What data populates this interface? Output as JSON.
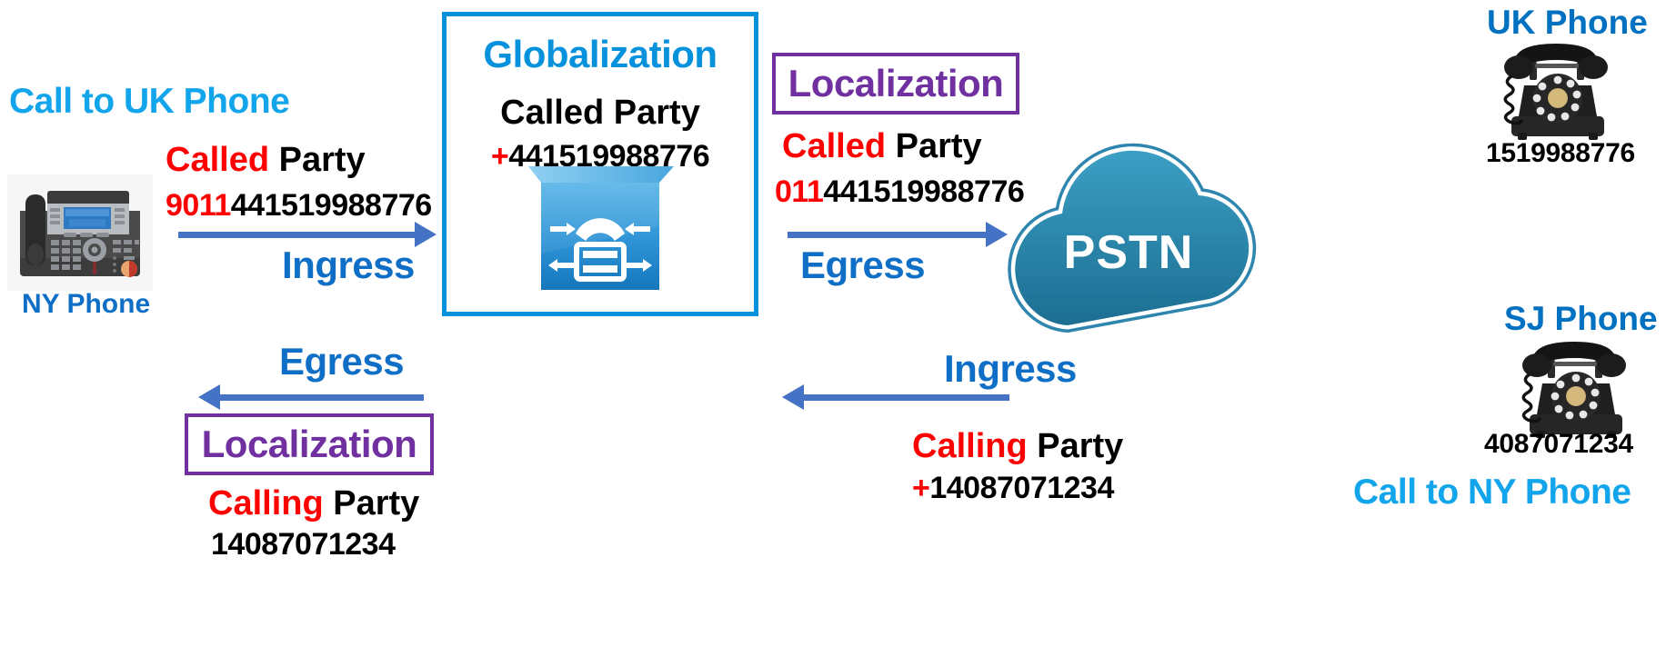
{
  "diagram": {
    "title_left": "Call to UK Phone",
    "title_right": "Call to NY Phone"
  },
  "left_phone": {
    "label": "NY Phone",
    "icon": "ip-desk-phone-icon"
  },
  "outbound": {
    "party_label_prefix": "Called",
    "party_label_suffix": " Party",
    "number_prefix": "9011",
    "number_rest": "441519988776",
    "flow_label": "Ingress"
  },
  "globalization": {
    "title": "Globalization",
    "party_label": "Called Party",
    "number_prefix": "+",
    "number_rest": "441519988776",
    "icon": "voice-gateway-icon",
    "border_color": "#0591DB"
  },
  "localization_top": {
    "title": "Localization",
    "party_label_prefix": "Called",
    "party_label_suffix": " Party",
    "number_prefix": "011",
    "number_rest": "441519988776",
    "flow_label": "Egress",
    "border_color": "#7030A0"
  },
  "pstn": {
    "label": "PSTN",
    "icon": "cloud-icon"
  },
  "uk_phone": {
    "label": "UK Phone",
    "number": "1519988776",
    "icon": "rotary-phone-icon"
  },
  "sj_phone": {
    "label": "SJ Phone",
    "number": "4087071234",
    "icon": "rotary-phone-icon"
  },
  "inbound": {
    "flow_label": "Ingress",
    "party_label_prefix": "Calling",
    "party_label_suffix": " Party",
    "number_prefix": "+",
    "number_rest": "14087071234"
  },
  "localization_bottom": {
    "title": "Localization",
    "flow_label": "Egress",
    "party_label_prefix": "Calling",
    "party_label_suffix": " Party",
    "number_prefix": "",
    "number_rest": "14087071234",
    "border_color": "#7030A0"
  },
  "colors": {
    "cyan": "#12A5EC",
    "blue": "#0F6FC6",
    "box_blue": "#0591DB",
    "purple": "#7030A0",
    "red": "#FF0000",
    "arrow": "#4472C4"
  }
}
